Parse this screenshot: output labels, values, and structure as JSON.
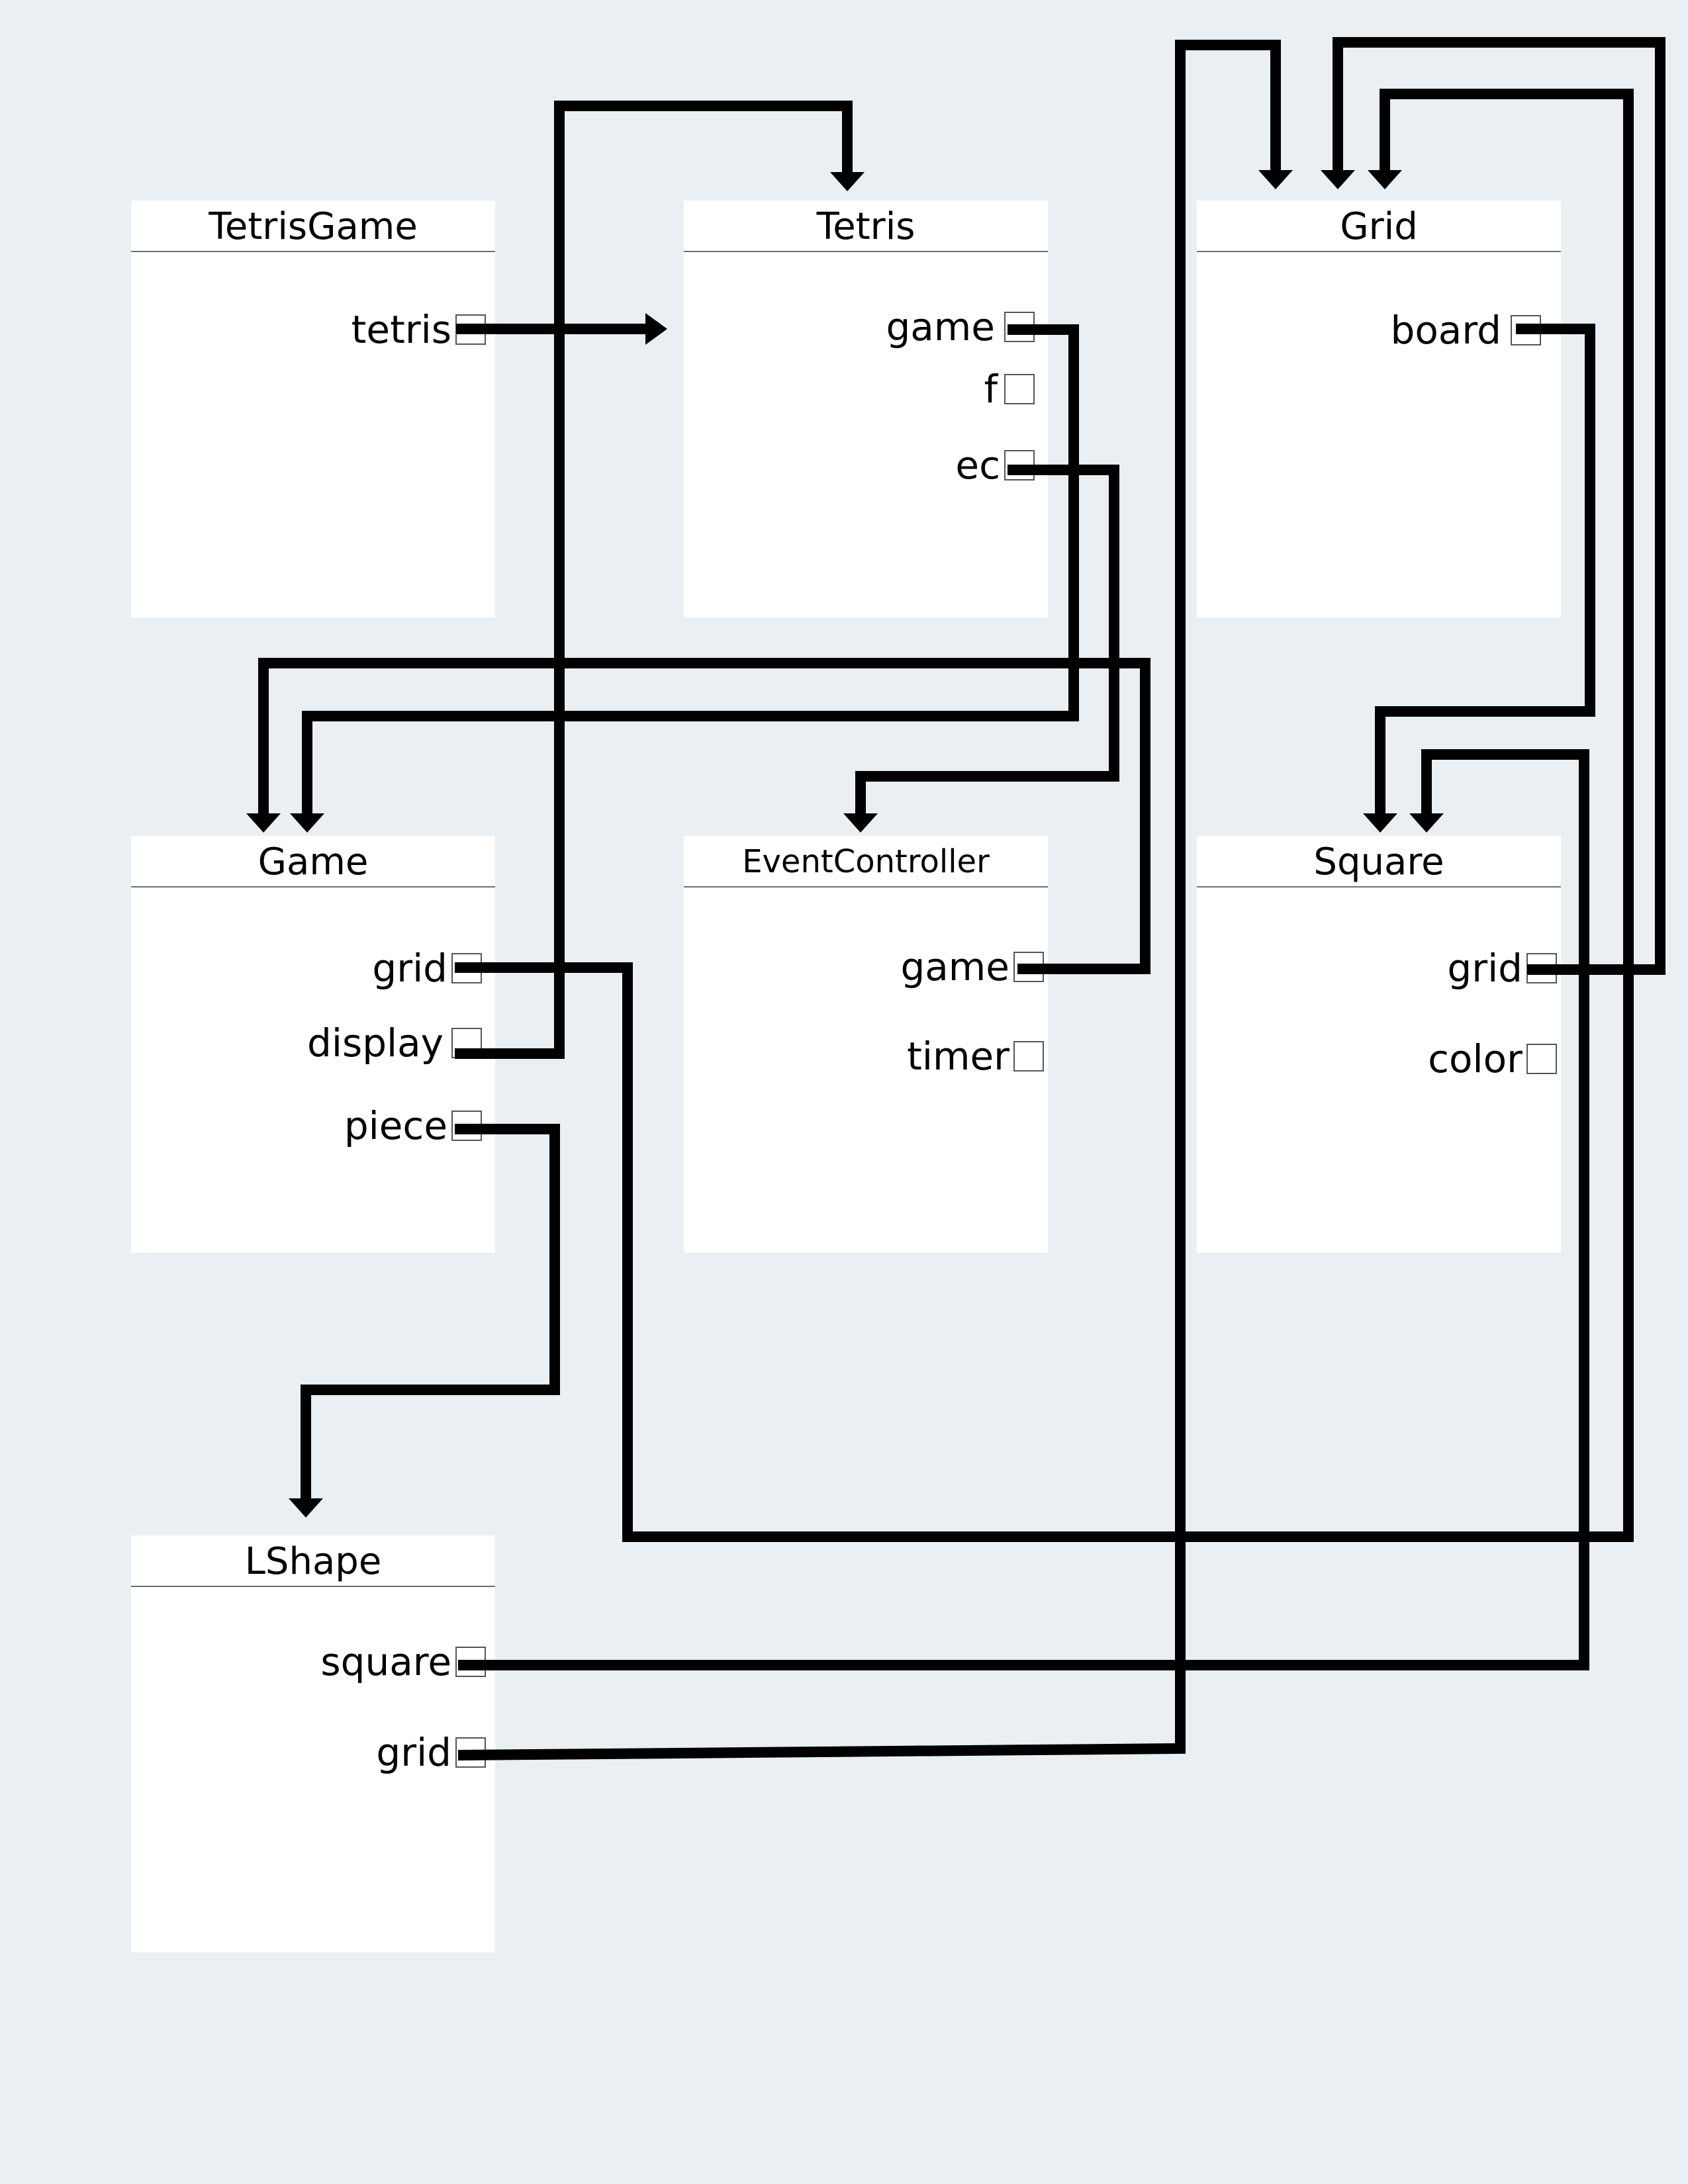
{
  "classes": {
    "tetrisgame": {
      "title": "TetrisGame",
      "fields": [
        "tetris"
      ]
    },
    "tetris": {
      "title": "Tetris",
      "fields": [
        "game",
        "f",
        "ec"
      ]
    },
    "grid": {
      "title": "Grid",
      "fields": [
        "board"
      ]
    },
    "game": {
      "title": "Game",
      "fields": [
        "grid",
        "display",
        "piece"
      ]
    },
    "eventcontroller": {
      "title": "EventController",
      "fields": [
        "game",
        "timer"
      ]
    },
    "square": {
      "title": "Square",
      "fields": [
        "grid",
        "color"
      ]
    },
    "lshape": {
      "title": "LShape",
      "fields": [
        "square",
        "grid"
      ]
    }
  },
  "references": [
    {
      "from": "TetrisGame.tetris",
      "to": "Tetris"
    },
    {
      "from": "Tetris.game",
      "to": "Game"
    },
    {
      "from": "Tetris.ec",
      "to": "EventController"
    },
    {
      "from": "Grid.board",
      "to": "Square"
    },
    {
      "from": "Game.grid",
      "to": "Grid"
    },
    {
      "from": "Game.display",
      "to": "Tetris"
    },
    {
      "from": "Game.piece",
      "to": "LShape"
    },
    {
      "from": "EventController.game",
      "to": "Game"
    },
    {
      "from": "Square.grid",
      "to": "Grid"
    },
    {
      "from": "LShape.square",
      "to": "Square"
    },
    {
      "from": "LShape.grid",
      "to": "Grid"
    }
  ]
}
